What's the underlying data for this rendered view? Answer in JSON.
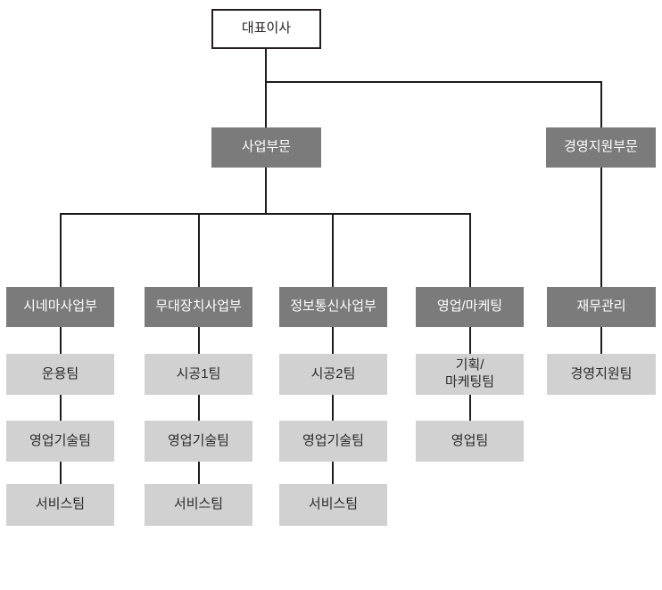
{
  "org_chart": {
    "root": {
      "label": "대표이사"
    },
    "divisions": [
      {
        "label": "사업부문"
      },
      {
        "label": "경영지원부문"
      }
    ],
    "columns": [
      {
        "head": "시네마사업부",
        "teams": [
          "운용팀",
          "영업기술팀",
          "서비스팀"
        ]
      },
      {
        "head": "무대장치사업부",
        "teams": [
          "시공1팀",
          "영업기술팀",
          "서비스팀"
        ]
      },
      {
        "head": "정보통신사업부",
        "teams": [
          "시공2팀",
          "영업기술팀",
          "서비스팀"
        ]
      },
      {
        "head": "영업/마케팅",
        "teams": [
          "기획/\n마케팅팀",
          "영업팀"
        ]
      },
      {
        "head": "재무관리",
        "teams": [
          "경영지원팀"
        ]
      }
    ]
  },
  "colors": {
    "root_background": "#ffffff",
    "root_border": "#231f20",
    "dark_box": "#7b7b7b",
    "dark_box_text": "#ffffff",
    "light_box": "#d1d1d1",
    "light_box_text": "#2b2b2b",
    "connector_line": "#1c1c1c"
  }
}
